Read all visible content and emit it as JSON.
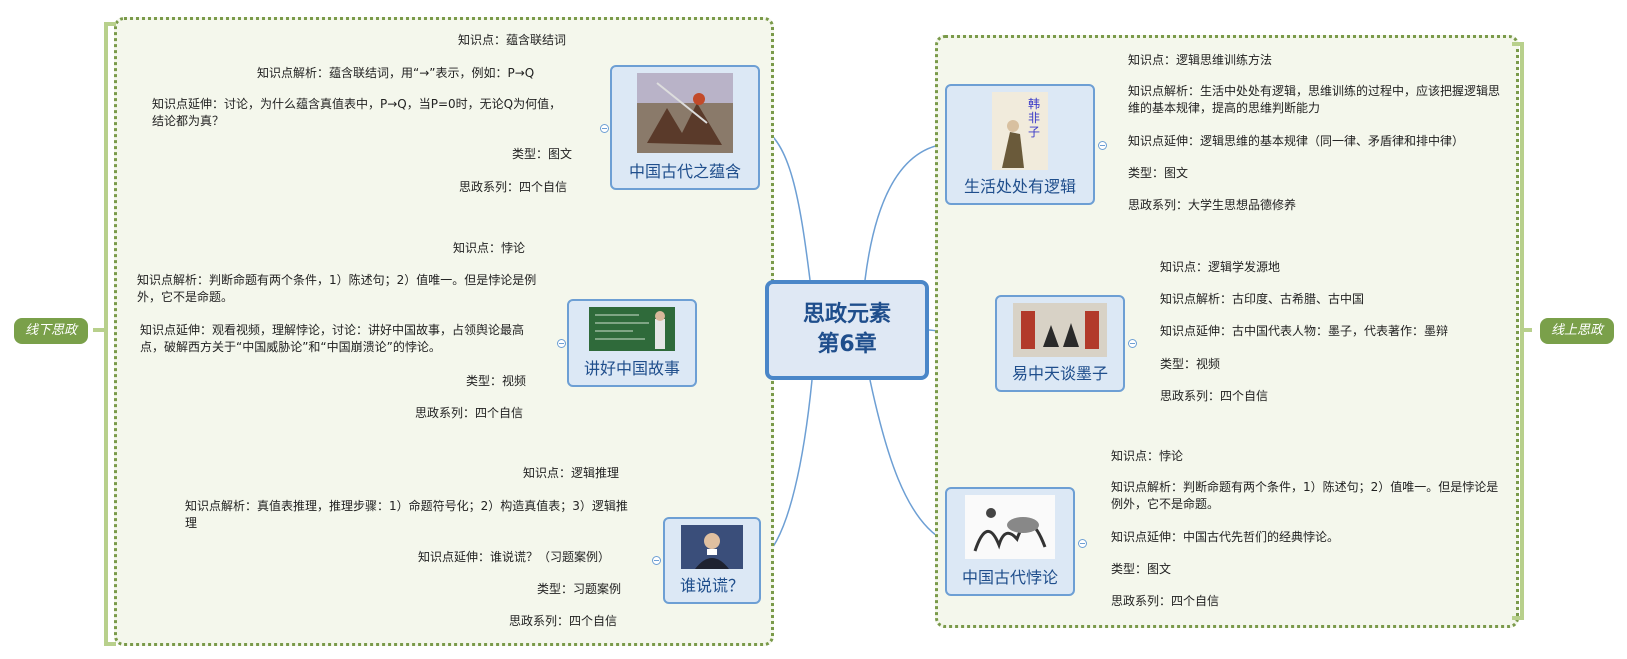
{
  "center": {
    "line1": "思政元素",
    "line2": "第6章"
  },
  "sides": {
    "left": "线下思政",
    "right": "线上思政"
  },
  "topics": {
    "t1": {
      "title": "中国古代之蕴含",
      "image": "battle-painting-icon"
    },
    "t2": {
      "title": "讲好中国故事",
      "image": "blackboard-lecture-icon"
    },
    "t3": {
      "title": "谁说谎？",
      "image": "press-conference-icon"
    },
    "t4": {
      "title": "生活处处有逻辑",
      "image": "hanfeizi-portrait-icon"
    },
    "t5": {
      "title": "易中天谈墨子",
      "image": "tv-show-icon"
    },
    "t6": {
      "title": "中国古代悖论",
      "image": "ink-painting-icon"
    }
  },
  "leaves": {
    "t1": [
      "知识点：蕴含联结词",
      "知识点解析：蕴含联结词，用“→”表示，例如：P→Q",
      "知识点延伸：讨论，为什么蕴含真值表中，P→Q，当P=0时，无论Q为何值，结论都为真？",
      "类型：图文",
      "思政系列：四个自信"
    ],
    "t2": [
      "知识点：悖论",
      "知识点解析：判断命题有两个条件，1）陈述句；2）值唯一。但是悖论是例外，它不是命题。",
      "知识点延伸：观看视频，理解悖论，讨论：讲好中国故事，占领舆论最高点，破解西方关于“中国威胁论”和“中国崩溃论”的悖论。",
      "类型：视频",
      "思政系列：四个自信"
    ],
    "t3": [
      "知识点：逻辑推理",
      "知识点解析：真值表推理，推理步骤：1）命题符号化；2）构造真值表；3）逻辑推理",
      "知识点延伸：谁说谎？（习题案例）",
      "类型：习题案例",
      "思政系列：四个自信"
    ],
    "t4": [
      "知识点：逻辑思维训练方法",
      "知识点解析：生活中处处有逻辑，思维训练的过程中，应该把握逻辑思维的基本规律，提高的思维判断能力",
      "知识点延伸：逻辑思维的基本规律（同一律、矛盾律和排中律）",
      "类型：图文",
      "思政系列：大学生思想品德修养"
    ],
    "t5": [
      "知识点：逻辑学发源地",
      "知识点解析：古印度、古希腊、古中国",
      "知识点延伸：古中国代表人物：墨子，代表著作：墨辩",
      "类型：视频",
      "思政系列：四个自信"
    ],
    "t6": [
      "知识点：悖论",
      "知识点解析：判断命题有两个条件，1）陈述句；2）值唯一。但是悖论是例外，它不是命题。",
      "知识点延伸：中国古代先哲们的经典悖论。",
      "类型：图文",
      "思政系列：四个自信"
    ]
  },
  "colors": {
    "topic_border": "#6d9fd4",
    "boundary": "#7a9a4a",
    "bracket": "#b8d08c",
    "label_bg": "#7aa04a",
    "center_border": "#4a86c8"
  }
}
